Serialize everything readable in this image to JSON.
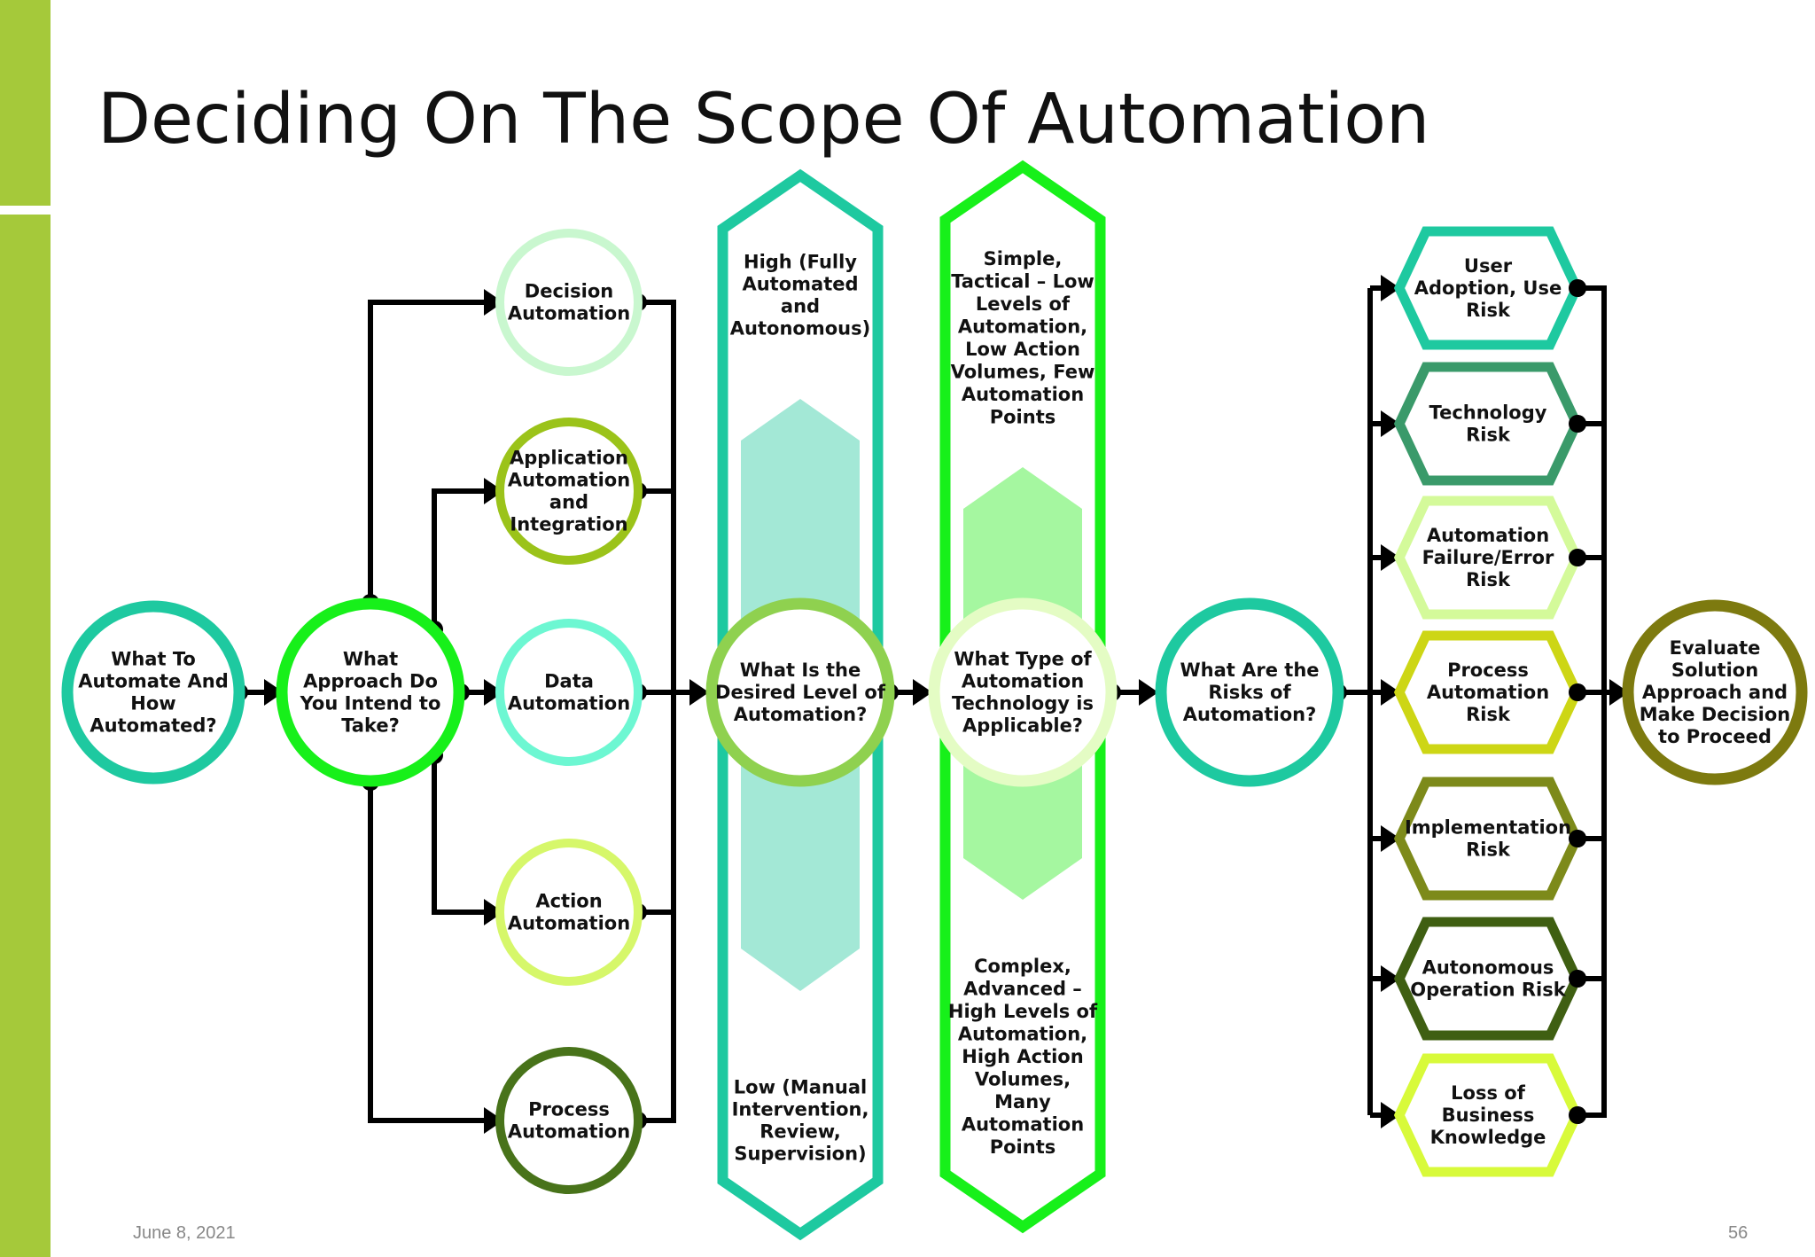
{
  "slide": {
    "title": "Deciding On The Scope Of Automation",
    "date": "June 8, 2021",
    "page_number": "56",
    "accent_color": "#a5c93a"
  },
  "diagram": {
    "start": {
      "lines": [
        "What To",
        "Automate And",
        "How",
        "Automated?"
      ],
      "color": "#1ec9a0"
    },
    "approach": {
      "lines": [
        "What",
        "Approach Do",
        "You Intend to",
        "Take?"
      ],
      "color": "#17f01a"
    },
    "approach_types": [
      {
        "lines": [
          "Decision",
          "Automation"
        ],
        "color": "#c9f7cf"
      },
      {
        "lines": [
          "Application",
          "Automation",
          "and",
          "Integration"
        ],
        "color": "#9bc31a"
      },
      {
        "lines": [
          "Data",
          "Automation"
        ],
        "color": "#6df7d2"
      },
      {
        "lines": [
          "Action",
          "Automation"
        ],
        "color": "#d6f76a"
      },
      {
        "lines": [
          "Process",
          "Automation"
        ],
        "color": "#48731a"
      }
    ],
    "level": {
      "lines": [
        "What Is the",
        "Desired Level of",
        "Automation?"
      ],
      "color": "#8fd14f",
      "band_color": "#1ec9a0",
      "high_lines": [
        "High (Fully",
        "Automated",
        "and",
        "Autonomous)"
      ],
      "low_lines": [
        "Low (Manual",
        "Intervention,",
        "Review,",
        "Supervision)"
      ]
    },
    "technology": {
      "lines": [
        "What Type of",
        "Automation",
        "Technology is",
        "Applicable?"
      ],
      "color": "#e4fcc4",
      "band_color": "#17f01a",
      "simple_lines": [
        "Simple,",
        "Tactical – Low",
        "Levels of",
        "Automation,",
        "Low Action",
        "Volumes, Few",
        "Automation",
        "Points"
      ],
      "complex_lines": [
        "Complex,",
        "Advanced –",
        "High Levels of",
        "Automation,",
        "High Action",
        "Volumes,",
        "Many",
        "Automation",
        "Points"
      ]
    },
    "risks": {
      "lines": [
        "What Are the",
        "Risks of",
        "Automation?"
      ],
      "color": "#1ec9a0"
    },
    "risk_types": [
      {
        "lines": [
          "User",
          "Adoption, Use",
          "Risk"
        ],
        "color": "#1ec9a0"
      },
      {
        "lines": [
          "Technology",
          "Risk"
        ],
        "color": "#3a9a6a"
      },
      {
        "lines": [
          "Automation",
          "Failure/Error",
          "Risk"
        ],
        "color": "#d4fa9a"
      },
      {
        "lines": [
          "Process",
          "Automation",
          "Risk"
        ],
        "color": "#cdd615"
      },
      {
        "lines": [
          "Implementation",
          "Risk"
        ],
        "color": "#7d8a1a"
      },
      {
        "lines": [
          "Autonomous",
          "Operation Risk"
        ],
        "color": "#3f5f12"
      },
      {
        "lines": [
          "Loss of",
          "Business",
          "Knowledge"
        ],
        "color": "#d8fa3a"
      }
    ],
    "decision": {
      "lines": [
        "Evaluate",
        "Solution",
        "Approach and",
        "Make Decision",
        "to Proceed"
      ],
      "color": "#7d7a0f"
    }
  }
}
